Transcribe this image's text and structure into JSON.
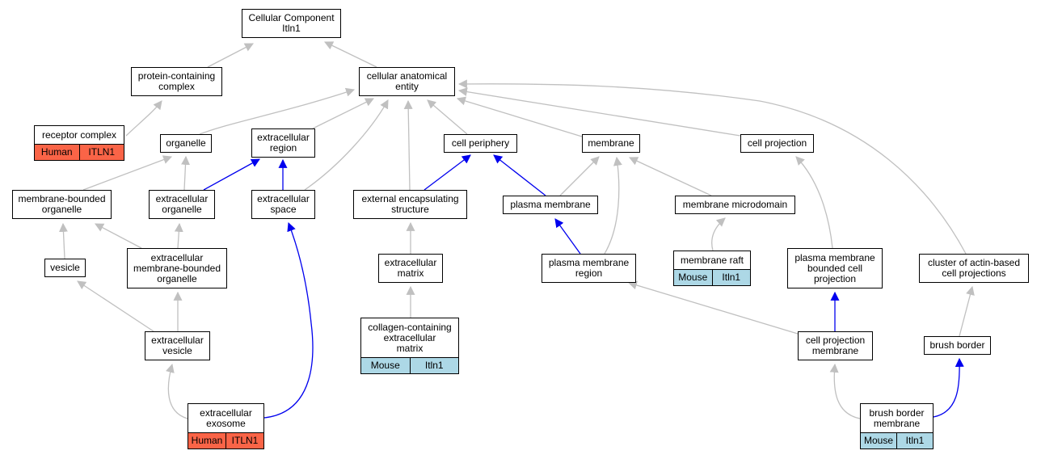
{
  "colors": {
    "edge_default": "#c0c0c0",
    "edge_highlight": "#0000ee",
    "human": "#fa6447",
    "mouse": "#add8e6"
  },
  "nodes": {
    "root": {
      "label": "Cellular Component\nItln1"
    },
    "protein_complex": {
      "label": "protein-containing\ncomplex"
    },
    "anatomical_entity": {
      "label": "cellular anatomical\nentity"
    },
    "receptor_complex": {
      "label": "receptor complex",
      "species": "Human",
      "gene": "ITLN1"
    },
    "organelle": {
      "label": "organelle"
    },
    "extracellular_region": {
      "label": "extracellular\nregion"
    },
    "cell_periphery": {
      "label": "cell periphery"
    },
    "membrane": {
      "label": "membrane"
    },
    "cell_projection": {
      "label": "cell projection"
    },
    "membrane_bounded_organelle": {
      "label": "membrane-bounded\norganelle"
    },
    "extracellular_organelle": {
      "label": "extracellular\norganelle"
    },
    "extracellular_space": {
      "label": "extracellular\nspace"
    },
    "external_encapsulating": {
      "label": "external encapsulating\nstructure"
    },
    "plasma_membrane": {
      "label": "plasma membrane"
    },
    "membrane_microdomain": {
      "label": "membrane microdomain"
    },
    "vesicle": {
      "label": "vesicle"
    },
    "ec_mb_organelle": {
      "label": "extracellular\nmembrane-bounded\norganelle"
    },
    "extracellular_matrix": {
      "label": "extracellular\nmatrix"
    },
    "pm_region": {
      "label": "plasma membrane\nregion"
    },
    "membrane_raft": {
      "label": "membrane raft",
      "species": "Mouse",
      "gene": "Itln1"
    },
    "pm_bounded_projection": {
      "label": "plasma membrane\nbounded cell\nprojection"
    },
    "actin_cluster": {
      "label": "cluster of actin-based\ncell projections"
    },
    "ec_vesicle": {
      "label": "extracellular\nvesicle"
    },
    "collagen_matrix": {
      "label": "collagen-containing\nextracellular\nmatrix",
      "species": "Mouse",
      "gene": "Itln1"
    },
    "cp_membrane": {
      "label": "cell projection\nmembrane"
    },
    "brush_border": {
      "label": "brush border"
    },
    "ec_exosome": {
      "label": "extracellular\nexosome",
      "species": "Human",
      "gene": "ITLN1"
    },
    "bb_membrane": {
      "label": "brush border\nmembrane",
      "species": "Mouse",
      "gene": "Itln1"
    }
  }
}
